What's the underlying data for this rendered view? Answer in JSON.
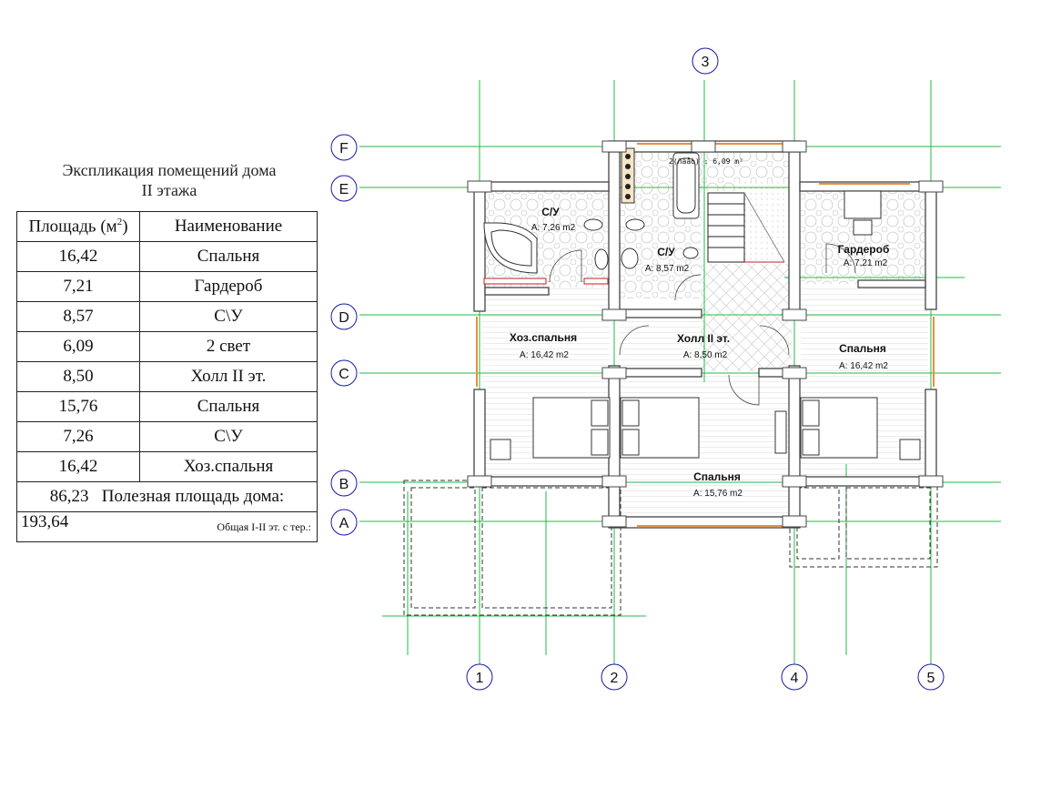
{
  "explication": {
    "title_line1": "Экспликация помещений дома",
    "title_line2": "II этажа",
    "header_area": "Площадь (м",
    "header_area_sup": "2",
    "header_area_close": ")",
    "header_name": "Наименование",
    "rows": [
      {
        "area": "16,42",
        "name": "Спальня"
      },
      {
        "area": "7,21",
        "name": "Гардероб"
      },
      {
        "area": "8,57",
        "name": "С\\У"
      },
      {
        "area": "6,09",
        "name": "2 свет"
      },
      {
        "area": "8,50",
        "name": "Холл II эт."
      },
      {
        "area": "15,76",
        "name": "Спальня"
      },
      {
        "area": "7,26",
        "name": "С\\У"
      },
      {
        "area": "16,42",
        "name": "Хоз.спальня"
      }
    ],
    "useful_value": "86,23",
    "useful_label": "Полезная площадь дома:",
    "total_value": "193,64",
    "total_label": "Общая  I-II эт. с тер.:"
  },
  "plan": {
    "axis_top": "3",
    "axes_left": [
      "F",
      "E",
      "D",
      "C",
      "B",
      "A"
    ],
    "axes_bottom": [
      "1",
      "2",
      "4",
      "5"
    ],
    "stair_note": "2(ñâåò) : 6,09 m²",
    "rooms": [
      {
        "name": "С/У",
        "area": "A: 7,26 m2"
      },
      {
        "name": "С/У",
        "area": "A: 8,57 m2"
      },
      {
        "name": "Гардероб",
        "area": "A: 7,21 m2"
      },
      {
        "name": "Хоз.спальня",
        "area": "A: 16,42 m2"
      },
      {
        "name": "Холл II эт.",
        "area": "A: 8,50 m2"
      },
      {
        "name": "Спальня",
        "area": "A: 16,42 m2"
      },
      {
        "name": "Спальня",
        "area": "A: 15,76 m2"
      }
    ]
  }
}
